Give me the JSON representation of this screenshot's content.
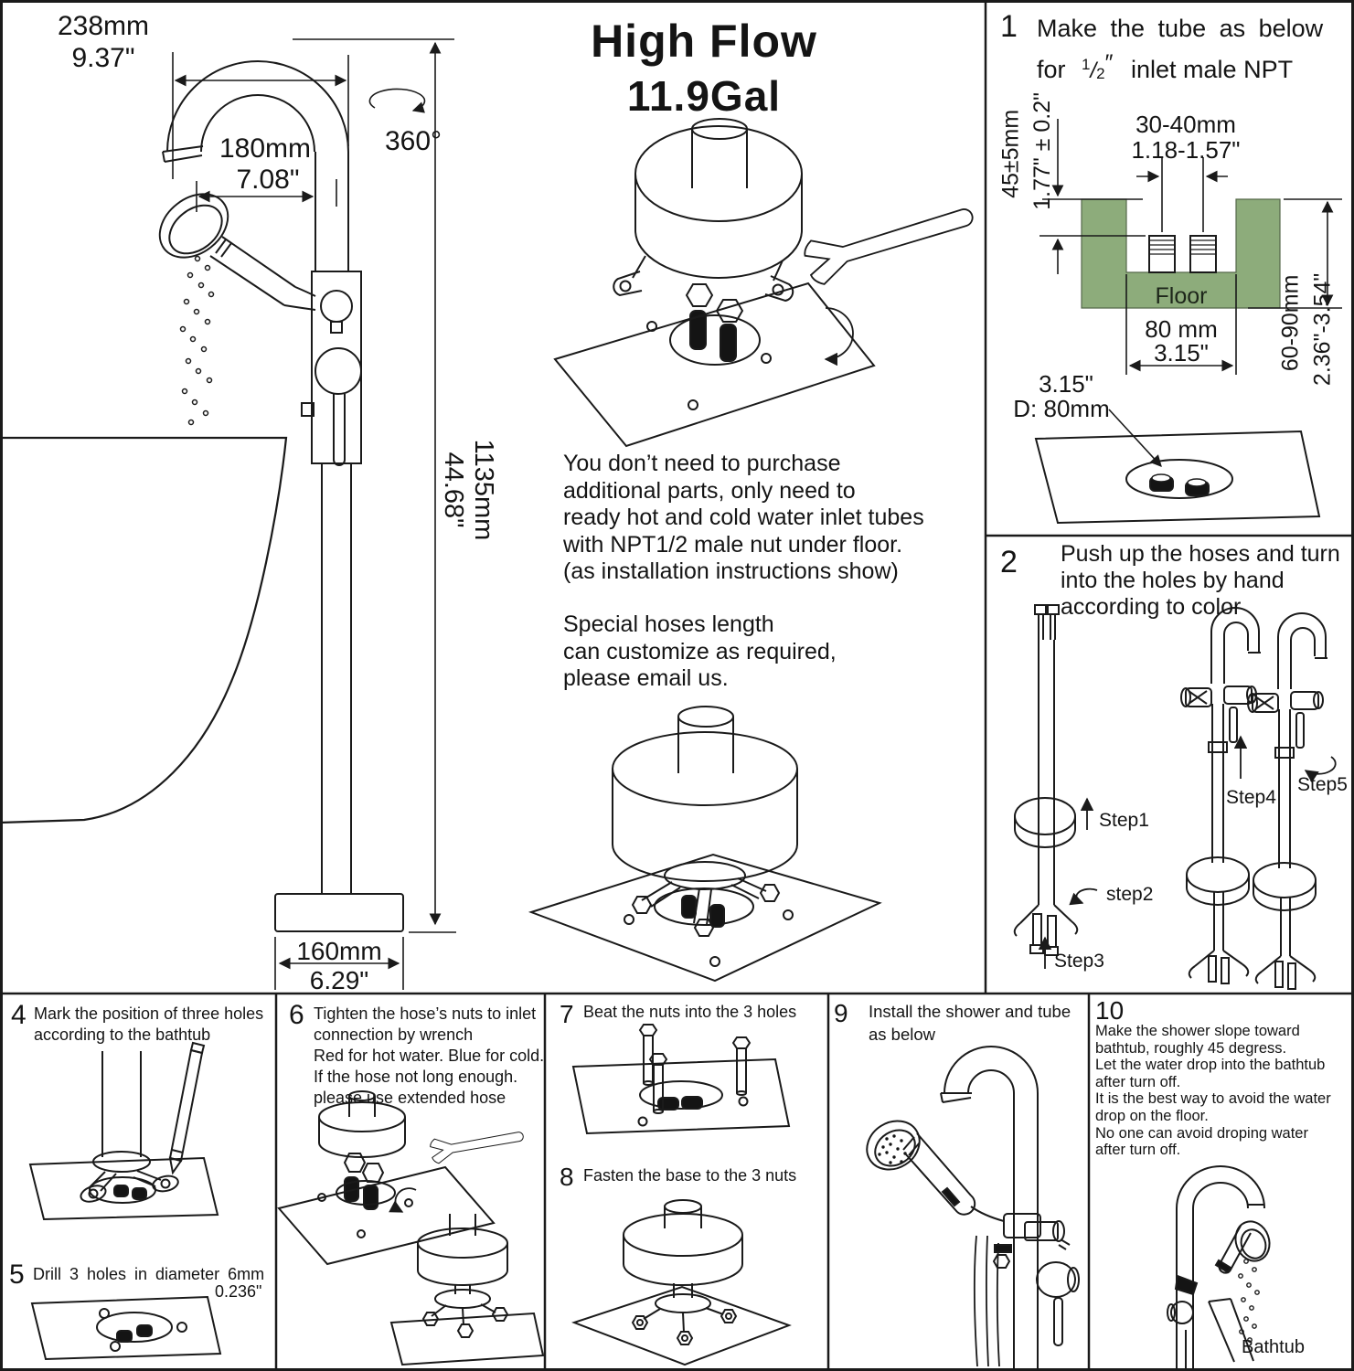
{
  "palette": {
    "line": "#1a1a1a",
    "floor_green": "#8dac7b",
    "ink": "#141414"
  },
  "main_drawing": {
    "dim_width_mm": "238mm",
    "dim_width_in": "9.37\"",
    "dim_reach_mm": "180mm",
    "dim_reach_in": "7.08\"",
    "rotation": "360°",
    "dim_height_mm": "1135mm",
    "dim_height_in": "44.68\"",
    "dim_base_mm": "160mm",
    "dim_base_in": "6.29\""
  },
  "headline": {
    "line1": "High Flow",
    "line2": "11.9Gal"
  },
  "notes": {
    "para1": [
      "You don’t need to purchase",
      "additional parts, only need to",
      "ready hot and cold water inlet tubes",
      "with NPT1/2 male nut under floor.",
      "(as installation instructions show)"
    ],
    "para2": [
      "Special hoses length",
      "can customize as required,",
      "please email us."
    ]
  },
  "step1": {
    "num": "1",
    "title_line1": "Make the tube as below",
    "for_word": "for",
    "frac_num": "1",
    "frac_den": "2",
    "prime": "″",
    "title_line2_rest": "inlet male NPT",
    "dim_depth_mm": "45±5mm",
    "dim_depth_in": "1.77\" ± 0.2\"",
    "dim_span_mm": "30-40mm",
    "dim_span_in": "1.18-1.57\"",
    "floor_label": "Floor",
    "dim_hole_mm": "80 mm",
    "dim_hole_in": "3.15\"",
    "dim_thick_mm": "60-90mm",
    "dim_thick_in": "2.36\"-3.54\"",
    "callout_in": "3.15\"",
    "callout_mm": "D: 80mm"
  },
  "step2": {
    "num": "2",
    "lines": [
      "Push up the hoses and turn",
      "into the holes by hand",
      "according to color"
    ],
    "labels": {
      "s1": "Step1",
      "s2": "step2",
      "s3": "Step3",
      "s4": "Step4",
      "s5": "Step5"
    }
  },
  "step4": {
    "num": "4",
    "lines": [
      "Mark the position of three holes",
      "according to the bathtub"
    ]
  },
  "step5": {
    "num": "5",
    "line1": "Drill 3 holes in diameter 6mm",
    "line2": "0.236\""
  },
  "step6": {
    "num": "6",
    "lines": [
      "Tighten the hose’s nuts to inlet",
      "connection by wrench",
      "Red for hot water. Blue for cold.",
      "If the hose not long enough.",
      "please use extended hose"
    ]
  },
  "step7": {
    "num": "7",
    "line": "Beat the nuts into the 3 holes"
  },
  "step8": {
    "num": "8",
    "line": "Fasten the base to the 3 nuts"
  },
  "step9": {
    "num": "9",
    "lines": [
      "Install the shower and tube",
      "as below"
    ]
  },
  "step10": {
    "num": "10",
    "lines": [
      "Make the shower slope toward",
      "bathtub, roughly 45 degress.",
      "Let the water drop into the bathtub",
      "after turn off.",
      "It is the best way to avoid the water",
      "drop on the floor.",
      "No one can avoid droping water",
      "after turn off."
    ],
    "bathtub_label": "Bathtub"
  }
}
